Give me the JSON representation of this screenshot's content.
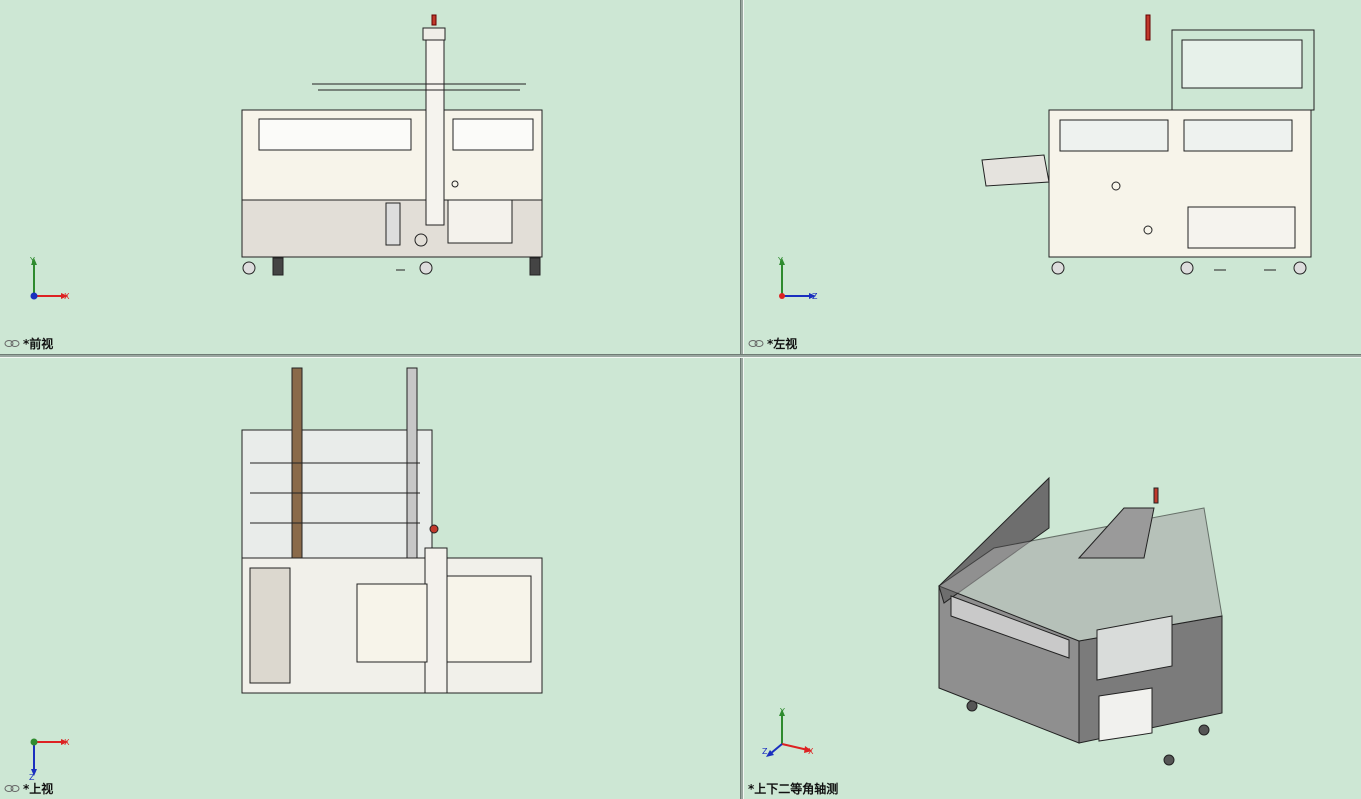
{
  "viewports": {
    "front": {
      "label": "*前视",
      "triad": {
        "axis1": "Y",
        "axis2": "X"
      }
    },
    "left": {
      "label": "*左视",
      "triad": {
        "axis1": "Y",
        "axis2": "Z"
      }
    },
    "top": {
      "label": "*上视",
      "triad": {
        "axis1": "X",
        "axis2": "Z"
      }
    },
    "iso": {
      "label": "*上下二等角轴测",
      "triad": {
        "axis1": "Y",
        "axis2": "X",
        "axis3": "Z"
      }
    }
  },
  "colors": {
    "background": "#cde7d4",
    "machine_panel": "#f7f4ea",
    "machine_lower": "#e2ded7",
    "steel": "#8f8f8f",
    "line": "#222222"
  }
}
